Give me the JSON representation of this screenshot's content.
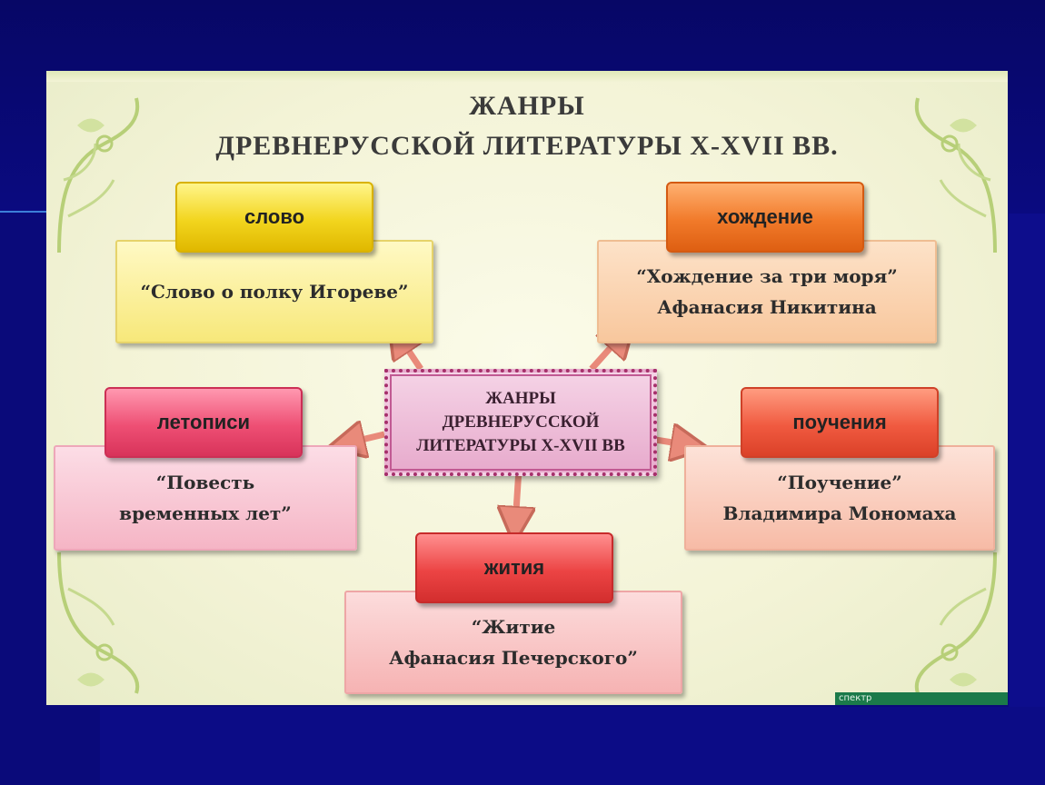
{
  "title": {
    "line1": "ЖАНРЫ",
    "line2": "ДРЕВНЕРУССКОЙ ЛИТЕРАТУРЫ X-XVII ВВ."
  },
  "center": {
    "text": "ЖАНРЫ\nДРЕВНЕРУССКОЙ\nЛИТЕРАТУРЫ X-XVII ВВ"
  },
  "genres": [
    {
      "label": "слово",
      "example": "“Слово о полку Игореве”",
      "color": "#f2d51e"
    },
    {
      "label": "хождение",
      "example": "“Хождение за три моря”\nАфанасия Никитина",
      "color": "#f17a2a"
    },
    {
      "label": "летописи",
      "example": "“Повесть\nвременных лет”",
      "color": "#ee4f74"
    },
    {
      "label": "поучения",
      "example": "“Поучение”\nВладимира Мономаха",
      "color": "#f05a40"
    },
    {
      "label": "жития",
      "example": "“Житие\nАфанасия Печерского”",
      "color": "#ec4444"
    }
  ],
  "branding": {
    "text": "спектр"
  },
  "colors": {
    "background": "#0a0a7a",
    "slide": "#f3f3d6",
    "center_border": "#a6306b",
    "arrow": "#e98a7a"
  }
}
